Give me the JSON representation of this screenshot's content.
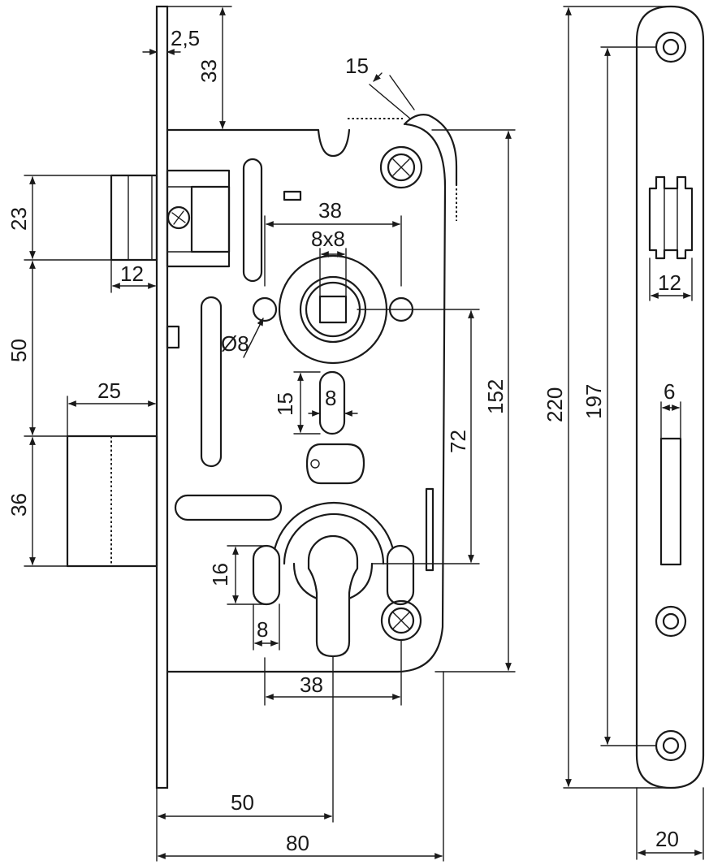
{
  "dimensions": {
    "faceplate_thickness": "2,5",
    "top_to_body": "33",
    "bevel_angle": "15",
    "latch_height": "23",
    "latch_depth": "12",
    "latch_to_bolt": "50",
    "bolt_throw": "25",
    "bolt_height": "36",
    "spindle_spacing": "38",
    "spindle_square": "8x8",
    "pin_diameter": "Ø8",
    "slot_height": "15",
    "slot_width": "8",
    "spindle_to_cylinder": "72",
    "body_height": "152",
    "cylinder_height": "16",
    "cylinder_width": "8",
    "cylinder_spacing": "38",
    "backset": "50",
    "body_depth": "80",
    "plate_length": "220",
    "screw_spacing": "197",
    "strike_latch_width": "12",
    "strike_bolt_width": "6",
    "plate_width": "20"
  },
  "colors": {
    "line": "#1a1a1a",
    "background": "#ffffff"
  }
}
